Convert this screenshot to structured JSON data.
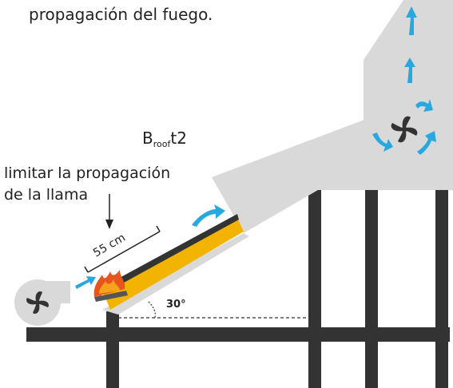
{
  "caption": "propagación del fuego.",
  "label_main": "B",
  "label_sub": "roof",
  "label_suffix": "t2",
  "label_line1": "limitar la propagación",
  "label_line2": "de la llama",
  "dimension": "55 cm",
  "angle": "30°",
  "colors": {
    "structure": "#333333",
    "hood": "#d9d9d9",
    "specimen": "#f2b400",
    "airflow": "#29a8df",
    "flame": "#e8551c"
  },
  "icons": [
    "fan-icon",
    "flame-icon",
    "airflow-arrow-icon"
  ]
}
